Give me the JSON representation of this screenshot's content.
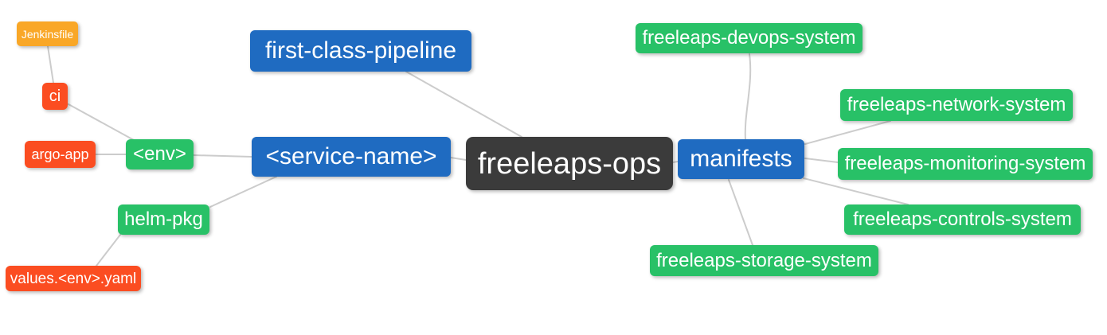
{
  "diagram": {
    "type": "mindmap",
    "root_label": "freeleaps-ops",
    "colors": {
      "root": "#3b3b3b",
      "branch": "#1f6bc1",
      "leaf": "#28c167",
      "file": "#fb4d21",
      "jenkins": "#f9a727",
      "edge": "#cccccc",
      "text": "#ffffff",
      "background": "#ffffff"
    },
    "nodes": {
      "root": {
        "label": "freeleaps-ops",
        "color": "#3b3b3b"
      },
      "first_class_pipeline": {
        "label": "first-class-pipeline",
        "color": "#1f6bc1"
      },
      "service_name": {
        "label": "<service-name>",
        "color": "#1f6bc1"
      },
      "manifests": {
        "label": "manifests",
        "color": "#1f6bc1"
      },
      "env": {
        "label": "<env>",
        "color": "#28c167"
      },
      "helm_pkg": {
        "label": "helm-pkg",
        "color": "#28c167"
      },
      "ci": {
        "label": "ci",
        "color": "#fb4d21"
      },
      "argo_app": {
        "label": "argo-app",
        "color": "#fb4d21"
      },
      "jenkinsfile": {
        "label": "Jenkinsfile",
        "color": "#f9a727"
      },
      "values_env_yaml": {
        "label": "values.<env>.yaml",
        "color": "#fb4d21"
      },
      "devops_system": {
        "label": "freeleaps-devops-system",
        "color": "#28c167"
      },
      "network_system": {
        "label": "freeleaps-network-system",
        "color": "#28c167"
      },
      "monitoring_system": {
        "label": "freeleaps-monitoring-system",
        "color": "#28c167"
      },
      "controls_system": {
        "label": "freeleaps-controls-system",
        "color": "#28c167"
      },
      "storage_system": {
        "label": "freeleaps-storage-system",
        "color": "#28c167"
      }
    },
    "edges": [
      {
        "from": "jenkinsfile",
        "to": "ci"
      },
      {
        "from": "ci",
        "to": "env"
      },
      {
        "from": "argo_app",
        "to": "env"
      },
      {
        "from": "env",
        "to": "service_name"
      },
      {
        "from": "service_name",
        "to": "helm_pkg"
      },
      {
        "from": "helm_pkg",
        "to": "values_env_yaml"
      },
      {
        "from": "service_name",
        "to": "root"
      },
      {
        "from": "first_class_pipeline",
        "to": "root"
      },
      {
        "from": "root",
        "to": "manifests"
      },
      {
        "from": "manifests",
        "to": "devops_system"
      },
      {
        "from": "manifests",
        "to": "network_system"
      },
      {
        "from": "manifests",
        "to": "monitoring_system"
      },
      {
        "from": "manifests",
        "to": "controls_system"
      },
      {
        "from": "manifests",
        "to": "storage_system"
      }
    ]
  }
}
